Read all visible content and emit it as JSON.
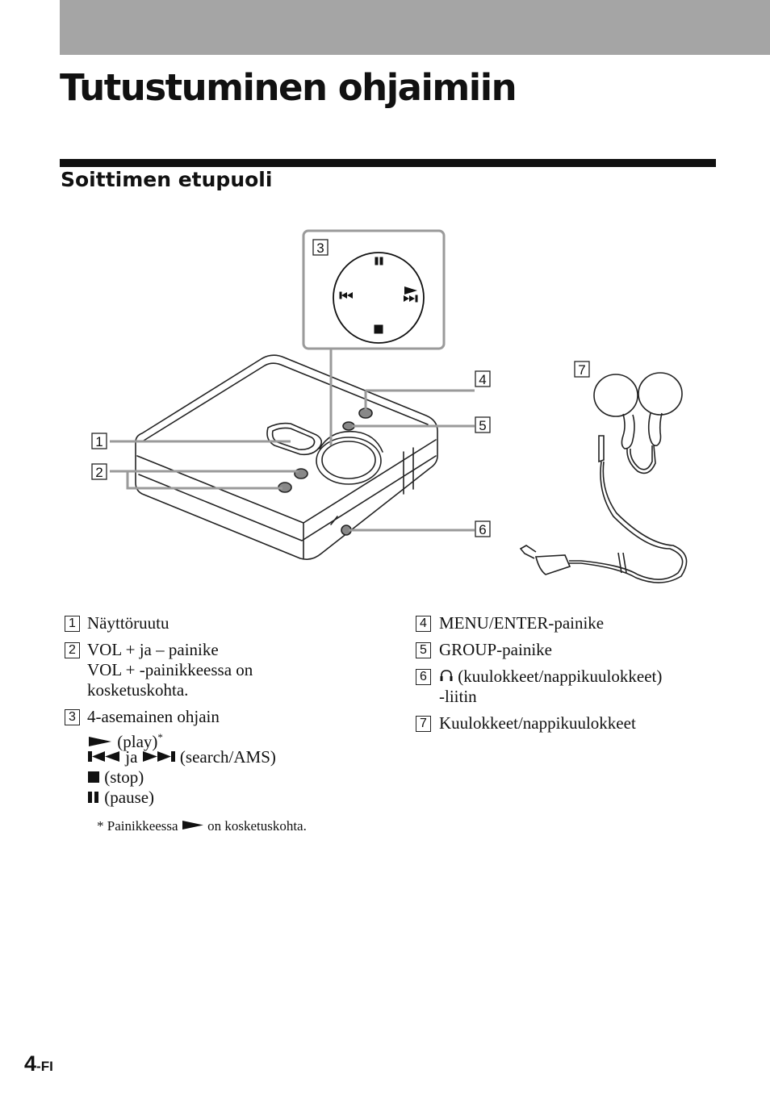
{
  "header": {
    "title": "Tutustuminen ohjaimiin"
  },
  "section": {
    "title": "Soittimen etupuoli"
  },
  "diagram": {
    "callouts": [
      "1",
      "2",
      "3",
      "4",
      "5",
      "6",
      "7"
    ]
  },
  "legend": {
    "item1": {
      "num": "1",
      "text": "Näyttöruutu"
    },
    "item2": {
      "num": "2",
      "line1": "VOL + ja – painike",
      "line2": "VOL + -painikkeessa on",
      "line3": "kosketuskohta."
    },
    "item3": {
      "num": "3",
      "line1": "4-asemainen ohjain",
      "play": "(play)",
      "play_mark": "*",
      "ja": "ja",
      "search": "(search/AMS)",
      "stop": "(stop)",
      "pause": "(pause)"
    },
    "item4": {
      "num": "4",
      "text": "MENU/ENTER-painike"
    },
    "item5": {
      "num": "5",
      "text": "GROUP-painike"
    },
    "item6": {
      "num": "6",
      "line1": "(kuulokkeet/nappikuulokkeet)",
      "line2": "-liitin"
    },
    "item7": {
      "num": "7",
      "text": "Kuulokkeet/nappikuulokkeet"
    }
  },
  "footnote": {
    "star": "*",
    "before": "Painikkeessa",
    "after": "on kosketuskohta."
  },
  "footer": {
    "page": "4",
    "suffix": "-FI"
  }
}
